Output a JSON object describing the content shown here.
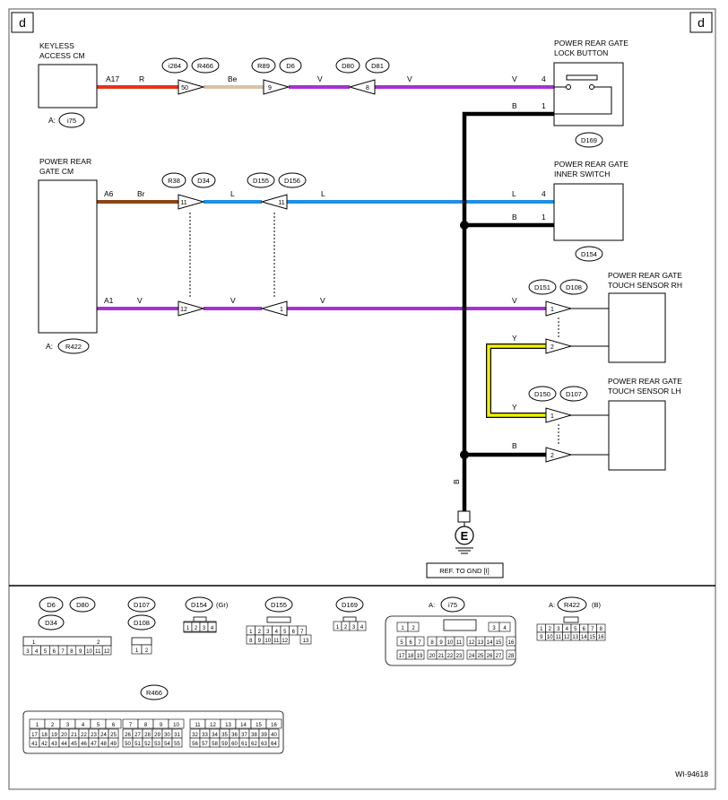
{
  "corner_left": "d",
  "corner_right": "d",
  "wire_colors": {
    "R": "#e8321e",
    "Be": "#d9c3a5",
    "V": "#a531d6",
    "L": "#1e8fe6",
    "Br": "#8b4513",
    "Y": "#f2f200",
    "B": "#000000"
  },
  "components": {
    "keyless_l1": "KEYLESS",
    "keyless_l2": "ACCESS CM",
    "keyless_ref_prefix": "A:",
    "keyless_ref": "i75",
    "gate_cm_l1": "POWER REAR",
    "gate_cm_l2": "GATE CM",
    "gate_cm_ref_prefix": "A:",
    "gate_cm_ref": "R422",
    "lock_btn_l1": "POWER REAR GATE",
    "lock_btn_l2": "LOCK BUTTON",
    "lock_btn_conn": "D169",
    "inner_sw_l1": "POWER REAR GATE",
    "inner_sw_l2": "INNER SWITCH",
    "inner_sw_conn": "D154",
    "sensor_rh_l1": "POWER REAR GATE",
    "sensor_rh_l2": "TOUCH SENSOR RH",
    "sensor_lh_l1": "POWER REAR GATE",
    "sensor_lh_l2": "TOUCH SENSOR LH",
    "ground_symbol": "E",
    "ground_ref": "REF. TO GND [I]"
  },
  "connectors": {
    "c_i284": "i284",
    "c_r466": "R466",
    "c_r89": "R89",
    "c_d6": "D6",
    "c_d80": "D80",
    "c_d81": "D81",
    "c_r38": "R38",
    "c_d34": "D34",
    "c_d155": "D155",
    "c_d156": "D156",
    "c_d151": "D151",
    "c_d108": "D108",
    "c_d150": "D150",
    "c_d107": "D107"
  },
  "wire_labels": {
    "a17": "A17",
    "r": "R",
    "pin50": "50",
    "be": "Be",
    "pin9": "9",
    "v1": "V",
    "pin8": "8",
    "v2": "V",
    "v3": "V",
    "pin4a": "4",
    "b1": "B",
    "pin1a": "1",
    "a6": "A6",
    "br": "Br",
    "pin11a": "11",
    "l1": "L",
    "pin11b": "11",
    "l2": "L",
    "l3": "L",
    "pin4b": "4",
    "b2": "B",
    "pin1b": "1",
    "a1": "A1",
    "v4": "V",
    "pin12": "12",
    "v5": "V",
    "pin1c": "1",
    "v6": "V",
    "v7": "V",
    "pin1d": "1",
    "y1": "Y",
    "pin2a": "2",
    "y2": "Y",
    "pin1e": "1",
    "b3": "B",
    "pin2b": "2",
    "b_vert": "B"
  },
  "faces": {
    "f_d6": "D6",
    "f_d80": "D80",
    "f_d34": "D34",
    "f_d107": "D107",
    "f_d108": "D108",
    "f_d154": "D154",
    "f_gr": "(Gr)",
    "f_d155": "D155",
    "f_d169": "D169",
    "f_i75_prefix": "A:",
    "f_i75": "i75",
    "f_r422_prefix": "A:",
    "f_r422": "R422",
    "f_b": "(B)",
    "f_r466": "R466"
  },
  "pin_faces": {
    "d6_top": [
      "1",
      "2"
    ],
    "d6_bottom": [
      "3",
      "4",
      "5",
      "6",
      "7",
      "8",
      "9",
      "10",
      "11",
      "12"
    ],
    "d107": [
      "1",
      "2"
    ],
    "d154": [
      "1",
      "2",
      "3",
      "4"
    ],
    "d155_top": [
      "1",
      "2",
      "3",
      "4",
      "5",
      "6",
      "7"
    ],
    "d155_bottom": [
      "8",
      "9",
      "10",
      "11",
      "12",
      "13"
    ],
    "d169": [
      "1",
      "2",
      "3",
      "4"
    ],
    "i75_r1": [
      "1",
      "2",
      "3",
      "4"
    ],
    "i75_r2": [
      "5",
      "6",
      "7",
      "8",
      "9",
      "10",
      "11",
      "12",
      "13",
      "14",
      "15",
      "16"
    ],
    "i75_r3": [
      "17",
      "18",
      "19",
      "20",
      "21",
      "22",
      "23",
      "24",
      "25",
      "26",
      "27",
      "28"
    ],
    "r422_r1": [
      "1",
      "2",
      "3",
      "4",
      "5",
      "6",
      "7",
      "8"
    ],
    "r422_r2": [
      "9",
      "10",
      "11",
      "12",
      "13",
      "14",
      "15",
      "16"
    ],
    "r466_a1": [
      "1",
      "2",
      "3",
      "4",
      "5",
      "6"
    ],
    "r466_a2": [
      "17",
      "18",
      "19",
      "20",
      "21",
      "22",
      "23",
      "24",
      "25"
    ],
    "r466_a3": [
      "41",
      "42",
      "43",
      "44",
      "45",
      "46",
      "47",
      "48",
      "49"
    ],
    "r466_b1": [
      "7",
      "8",
      "9",
      "10"
    ],
    "r466_b2": [
      "26",
      "27",
      "28",
      "29",
      "30",
      "31"
    ],
    "r466_b3": [
      "50",
      "51",
      "52",
      "53",
      "54",
      "55"
    ],
    "r466_c1": [
      "11",
      "12",
      "13",
      "14",
      "15",
      "16"
    ],
    "r466_c2": [
      "32",
      "33",
      "34",
      "35",
      "36",
      "37",
      "38",
      "39",
      "40"
    ],
    "r466_c3": [
      "56",
      "57",
      "58",
      "59",
      "60",
      "61",
      "62",
      "63",
      "64"
    ]
  },
  "figure_id": "WI-94618"
}
